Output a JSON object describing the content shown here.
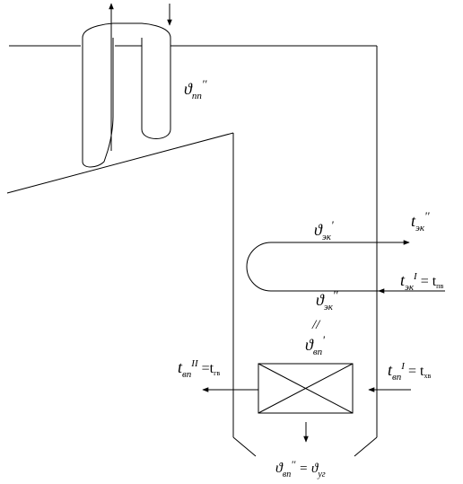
{
  "labels": {
    "steam_superheater_outlet": {
      "sym": "ϑ",
      "sub": "пп",
      "sup": "''"
    },
    "economizer_in_gas": {
      "sym": "ϑ",
      "sub": "эк",
      "sup": "'"
    },
    "economizer_out_water": {
      "sym": "t",
      "sub": "эк",
      "sup": "''"
    },
    "economizer_in_water": {
      "sym": "t",
      "sub": "эк",
      "sup": "I",
      "eq": " = t",
      "eq_sub": "пв"
    },
    "economizer_out_gas": {
      "sym": "ϑ",
      "sub": "эк",
      "sup": "''"
    },
    "equality_mark": {
      "text": "//"
    },
    "airheater_in_gas": {
      "sym": "ϑ",
      "sub": "вп",
      "sup": "'"
    },
    "airheater_out_air": {
      "sym": "t",
      "sub": "вп",
      "sup": "II",
      "eq": " =t",
      "eq_sub": "гв"
    },
    "airheater_in_air": {
      "sym": "t",
      "sub": "вп",
      "sup": "I",
      "eq": " = t",
      "eq_sub": "хв"
    },
    "airheater_out_gas": {
      "sym": "ϑ",
      "sub": "вп",
      "sup": "''",
      "eq": " = ϑ",
      "eq_sub": "уг"
    }
  },
  "colors": {
    "line": "#000000",
    "background": "#ffffff"
  }
}
